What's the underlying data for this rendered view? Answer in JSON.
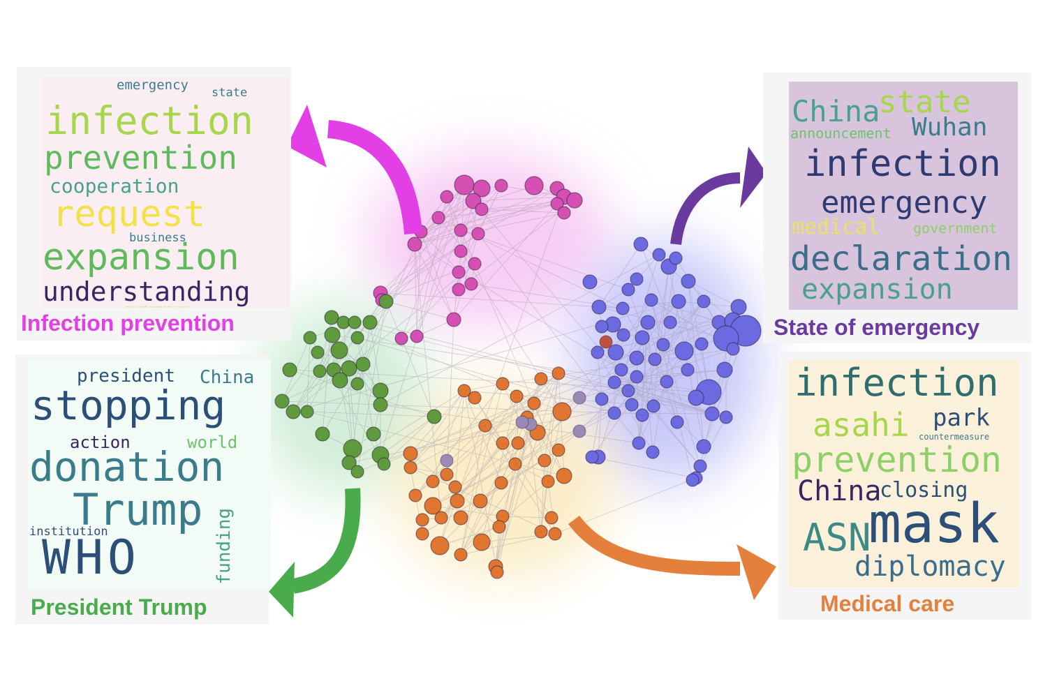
{
  "clusters": [
    {
      "id": "infection-prevention",
      "caption": "Infection prevention",
      "color": "#e33fe6",
      "node_color": "#d64fb2",
      "cloud_bg": "#fbeef2",
      "words": [
        "emergency",
        "state",
        "infection",
        "prevention",
        "cooperation",
        "request",
        "business",
        "expansion",
        "understanding",
        "countermeasure"
      ]
    },
    {
      "id": "state-of-emergency",
      "caption": "State of emergency",
      "color": "#6b3a9e",
      "node_color": "#6b6ae0",
      "cloud_bg": "#d8c4dc",
      "words": [
        "China",
        "state",
        "announcement",
        "Wuhan",
        "infection",
        "emergency",
        "medical",
        "government",
        "declaration",
        "expansion"
      ]
    },
    {
      "id": "president-trump",
      "caption": "President Trump",
      "color": "#4aab4c",
      "node_color": "#5f9a3c",
      "cloud_bg": "#f2fbf6",
      "words": [
        "president",
        "China",
        "stopping",
        "action",
        "world",
        "donation",
        "Trump",
        "institution",
        "funding",
        "WHO"
      ]
    },
    {
      "id": "medical-care",
      "caption": "Medical care",
      "color": "#e5803c",
      "node_color": "#e0762f",
      "cloud_bg": "#fbf0da",
      "words": [
        "infection",
        "asahi",
        "park",
        "countermeasure",
        "prevention",
        "China",
        "closing",
        "ASN",
        "mask",
        "diplomacy"
      ]
    }
  ]
}
